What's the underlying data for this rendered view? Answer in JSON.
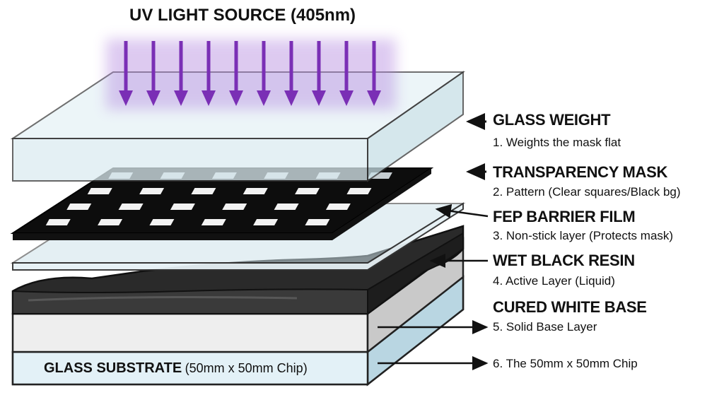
{
  "title": "UV LIGHT SOURCE (405nm)",
  "uv_color": "#7a2fb5",
  "layers": [
    {
      "name": "GLASS WEIGHT",
      "note": "1. Weights the mask flat"
    },
    {
      "name": "TRANSPARENCY MASK",
      "note": "2. Pattern (Clear squares/Black bg)"
    },
    {
      "name": "FEP BARRIER FILM",
      "note": "3. Non-stick layer (Protects mask)"
    },
    {
      "name": "WET BLACK RESIN",
      "note": "4. Active Layer (Liquid)"
    },
    {
      "name": "CURED WHITE BASE",
      "note": "5. Solid Base Layer"
    },
    {
      "name": "",
      "note": "6. The 50mm x 50mm Chip"
    }
  ],
  "substrate": {
    "name": "GLASS SUBSTRATE",
    "size": "(50mm x 50mm Chip)"
  }
}
